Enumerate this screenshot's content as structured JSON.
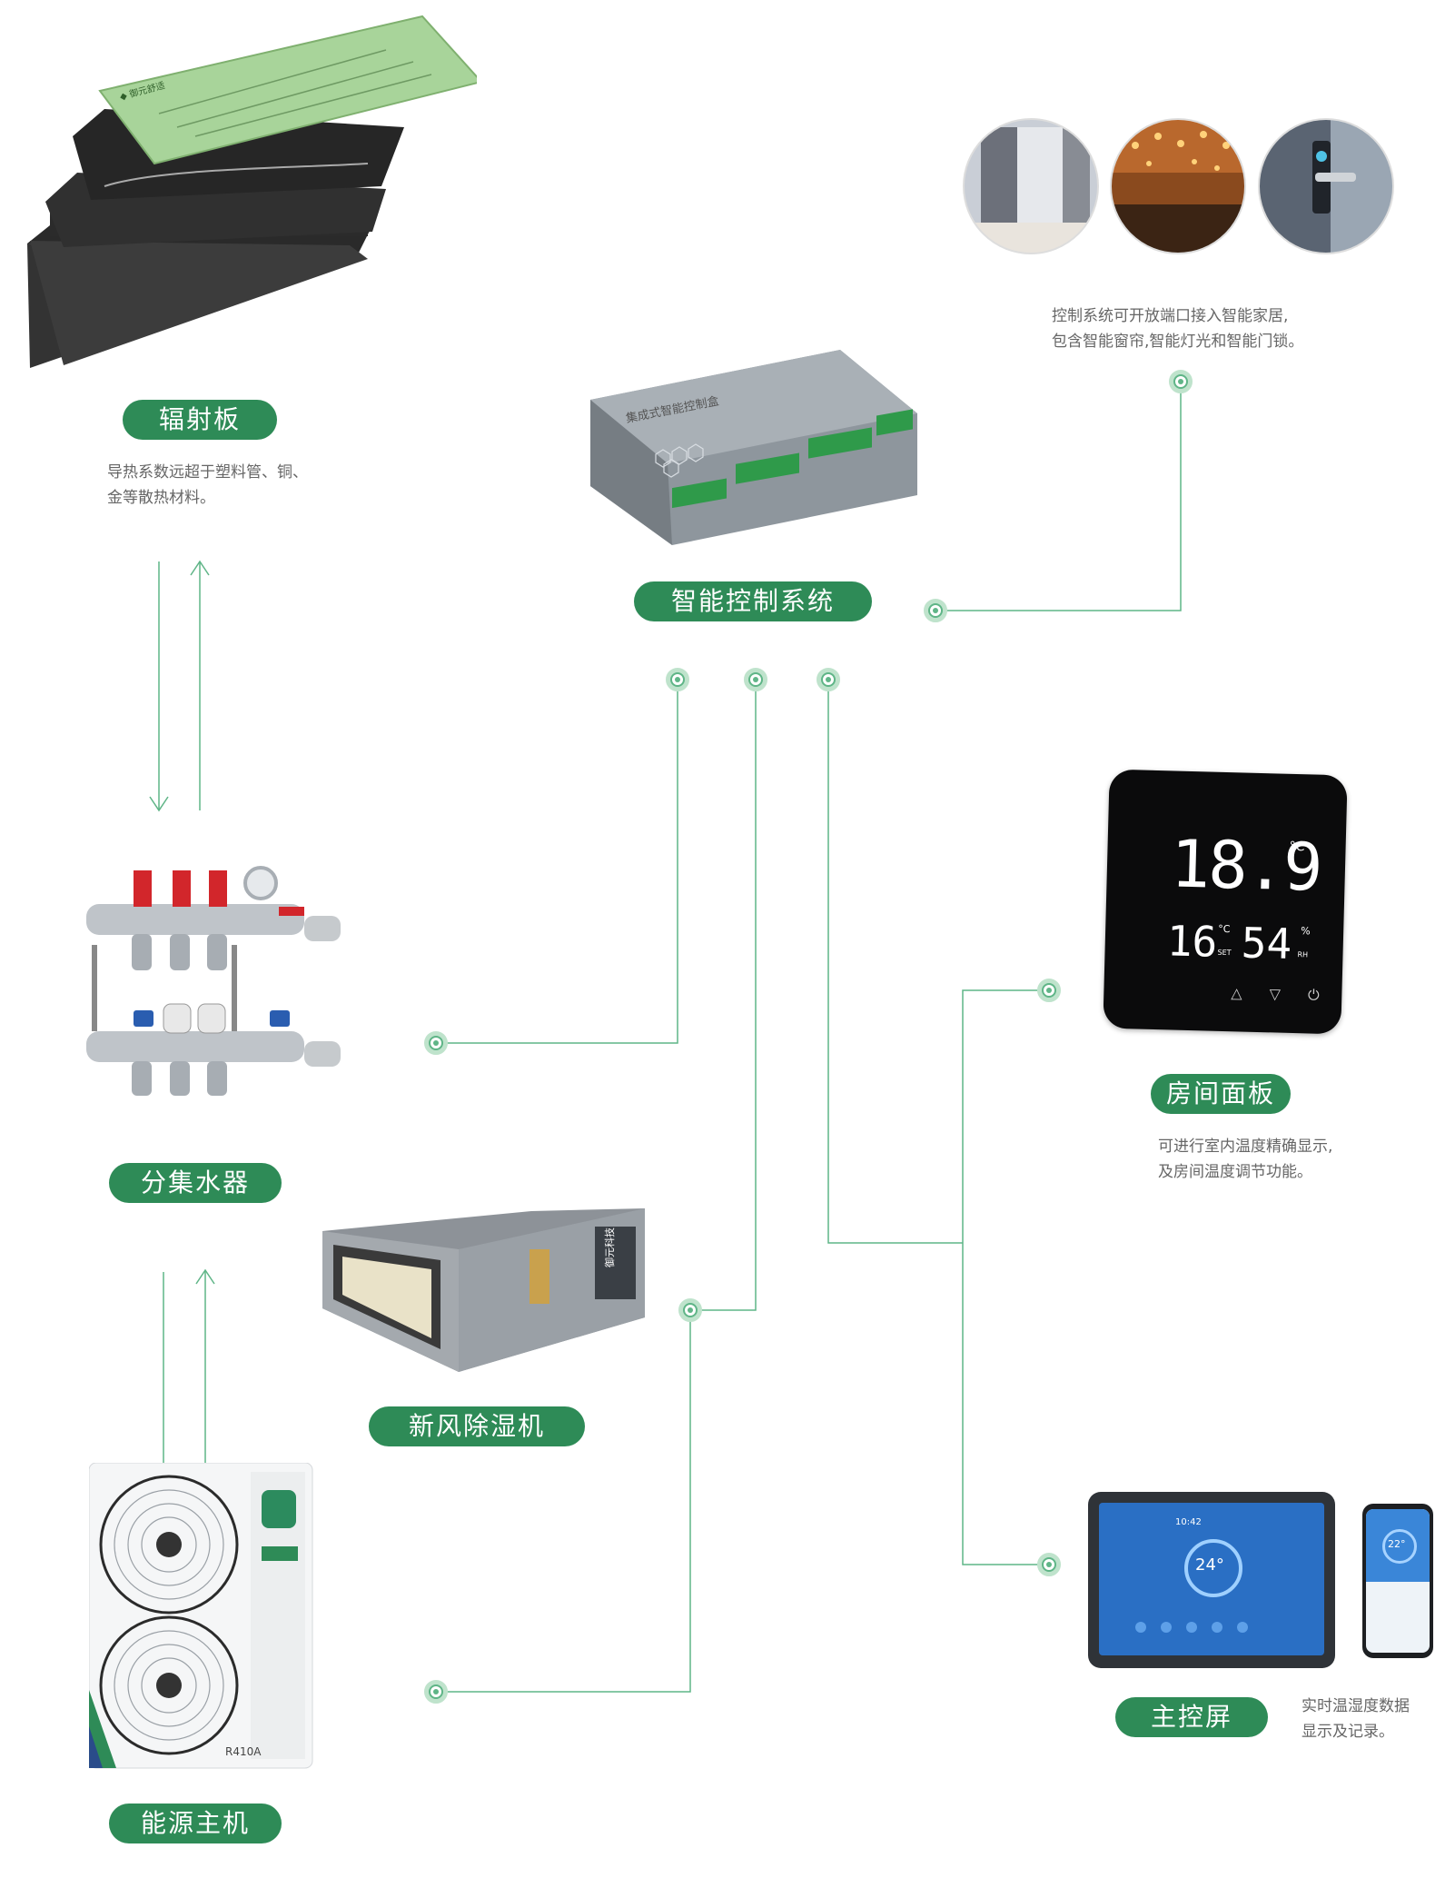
{
  "nodes": {
    "radiant_panel": {
      "label": "辐射板",
      "desc": [
        "导热系数远超于塑料管、铜、",
        "金等散热材料。"
      ]
    },
    "control_system": {
      "label": "智能控制系统",
      "device_text": "集成式智能控制盒"
    },
    "smart_home": {
      "desc": [
        "控制系统可开放端口接入智能家居,",
        "包含智能窗帘,智能灯光和智能门锁。"
      ]
    },
    "manifold": {
      "label": "分集水器"
    },
    "room_panel": {
      "label": "房间面板",
      "desc": [
        "可进行室内温度精确显示,",
        "及房间温度调节功能。"
      ],
      "display_main": "18.9",
      "display_unit": "°C",
      "display_set": "16",
      "display_set_unit": "°C",
      "display_set_tag": "SET",
      "display_rh": "54",
      "display_rh_unit": "%",
      "display_rh_tag": "RH"
    },
    "fresh_air": {
      "label": "新风除湿机",
      "brand": "御元科技"
    },
    "main_screen": {
      "label": "主控屏",
      "desc": [
        "实时温湿度数据",
        "显示及记录。"
      ],
      "tablet_temp": "24°",
      "tablet_time": "10:42",
      "phone_temp": "22°"
    },
    "energy_host": {
      "label": "能源主机",
      "refrigerant": "R410A"
    }
  },
  "colors": {
    "accent": "#2e8b57",
    "line": "#5fb587"
  }
}
